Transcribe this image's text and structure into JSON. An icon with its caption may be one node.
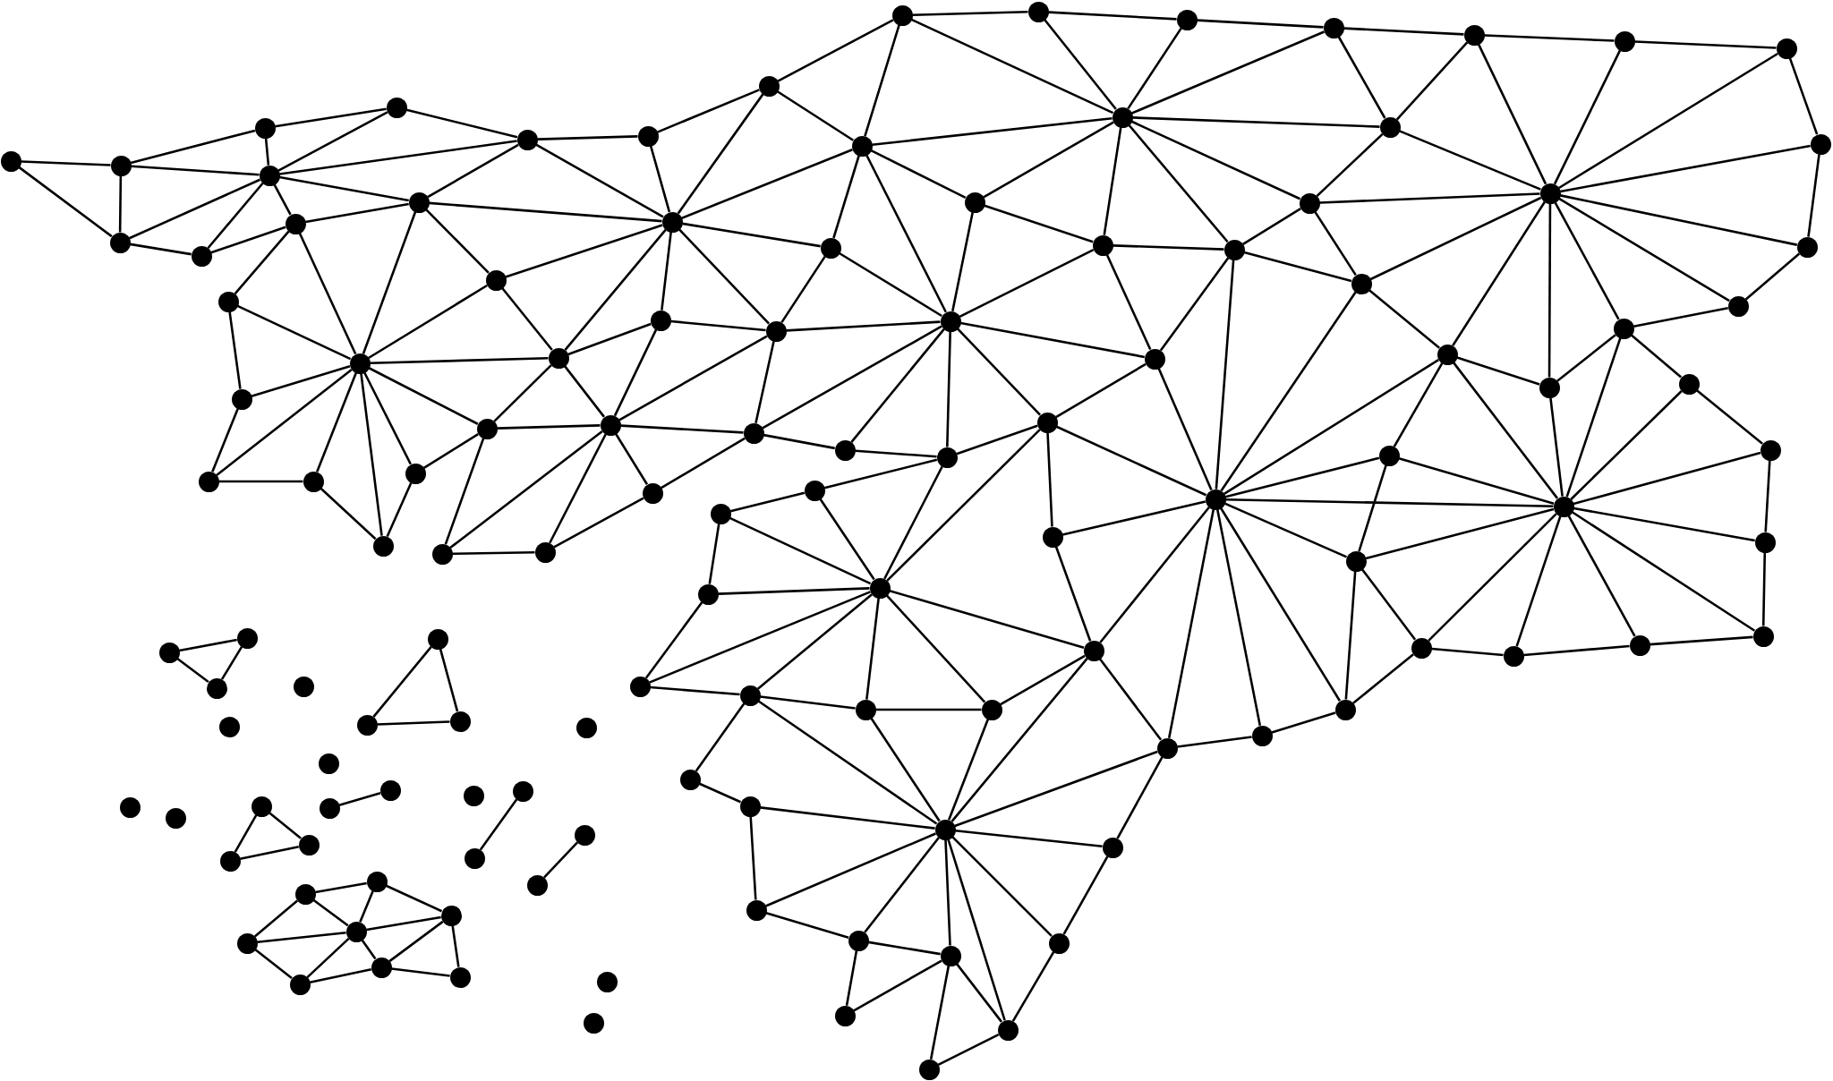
{
  "diagram": {
    "nodes": [
      {
        "text": [],
        "shape": "circle"
      },
      {
        "text": [],
        "shape": "circle"
      },
      {
        "text": [],
        "shape": "circle"
      },
      {
        "text": [],
        "shape": "circle"
      },
      {
        "text": [],
        "shape": "circle"
      },
      {
        "text": [],
        "shape": "circle"
      },
      {
        "text": [],
        "shape": "circle"
      },
      {
        "text": [],
        "shape": "circle"
      },
      {
        "text": [],
        "shape": "circle"
      },
      {
        "text": [],
        "shape": "circle"
      },
      {
        "text": [],
        "shape": "circle"
      },
      {
        "text": [],
        "shape": "circle"
      },
      {
        "text": [],
        "shape": "circle"
      },
      {
        "text": [],
        "shape": "circle"
      },
      {
        "text": [],
        "shape": "circle"
      },
      {
        "text": [],
        "shape": "circle"
      },
      {
        "text": [],
        "shape": "circle"
      },
      {
        "text": [],
        "shape": "circle"
      },
      {
        "text": [],
        "shape": "circle"
      },
      {
        "text": [],
        "shape": "circle"
      },
      {
        "text": [],
        "shape": "circle"
      },
      {
        "text": [],
        "shape": "circle"
      },
      {
        "text": [],
        "shape": "circle"
      },
      {
        "text": [],
        "shape": "circle"
      },
      {
        "text": [],
        "shape": "circle"
      },
      {
        "text": [],
        "shape": "circle"
      },
      {
        "text": [],
        "shape": "circle"
      },
      {
        "text": [],
        "shape": "circle"
      },
      {
        "text": [],
        "shape": "circle"
      },
      {
        "text": [],
        "shape": "circle"
      },
      {
        "text": [],
        "shape": "circle"
      },
      {
        "text": [],
        "shape": "circle"
      },
      {
        "text": [],
        "shape": "circle"
      },
      {
        "text": [],
        "shape": "circle"
      },
      {
        "text": [],
        "shape": "circle"
      },
      {
        "text": [],
        "shape": "circle"
      },
      {
        "text": [],
        "shape": "circle"
      },
      {
        "text": [],
        "shape": "circle"
      },
      {
        "text": [],
        "shape": "circle"
      },
      {
        "text": [],
        "shape": "circle"
      },
      {
        "text": [],
        "shape": "circle"
      },
      {
        "text": [],
        "shape": "circle"
      },
      {
        "text": [],
        "shape": "circle"
      },
      {
        "text": [],
        "shape": "circle"
      },
      {
        "text": [],
        "shape": "circle"
      },
      {
        "text": [],
        "shape": "circle"
      },
      {
        "text": [],
        "shape": "circle"
      },
      {
        "text": [],
        "shape": "circle"
      },
      {
        "text": [],
        "shape": "circle"
      },
      {
        "text": [],
        "shape": "circle"
      },
      {
        "text": [],
        "shape": "circle"
      },
      {
        "text": [],
        "shape": "circle"
      },
      {
        "text": [],
        "shape": "circle"
      },
      {
        "text": [],
        "shape": "circle"
      },
      {
        "text": [],
        "shape": "circle"
      },
      {
        "text": [],
        "shape": "circle"
      },
      {
        "text": [],
        "shape": "circle"
      },
      {
        "text": [],
        "shape": "circle"
      },
      {
        "text": [],
        "shape": "circle"
      },
      {
        "text": [],
        "shape": "circle"
      },
      {
        "text": [],
        "shape": "circle"
      },
      {
        "text": [],
        "shape": "circle"
      },
      {
        "text": [],
        "shape": "circle"
      },
      {
        "text": [],
        "shape": "circle"
      },
      {
        "text": [],
        "shape": "circle"
      },
      {
        "text": [],
        "shape": "circle"
      },
      {
        "text": [],
        "shape": "circle"
      },
      {
        "text": [],
        "shape": "circle"
      },
      {
        "text": [],
        "shape": "circle"
      },
      {
        "text": [],
        "shape": "circle"
      },
      {
        "text": [],
        "shape": "circle"
      },
      {
        "text": [],
        "shape": "circle"
      },
      {
        "text": [],
        "shape": "circle"
      },
      {
        "text": [],
        "shape": "circle"
      },
      {
        "text": [],
        "shape": "circle"
      },
      {
        "text": [],
        "shape": "circle"
      },
      {
        "text": [],
        "shape": "circle"
      },
      {
        "text": [],
        "shape": "circle"
      },
      {
        "text": [],
        "shape": "circle"
      },
      {
        "text": [],
        "shape": "circle"
      },
      {
        "text": [],
        "shape": "circle"
      },
      {
        "text": [],
        "shape": "circle"
      },
      {
        "text": [],
        "shape": "circle"
      },
      {
        "text": [],
        "shape": "circle"
      },
      {
        "text": [],
        "shape": "circle"
      },
      {
        "text": [],
        "shape": "circle"
      },
      {
        "text": [],
        "shape": "circle"
      },
      {
        "text": [],
        "shape": "circle"
      },
      {
        "text": [],
        "shape": "circle"
      },
      {
        "text": [],
        "shape": "circle"
      },
      {
        "text": [],
        "shape": "circle"
      },
      {
        "text": [],
        "shape": "circle"
      },
      {
        "text": [],
        "shape": "circle"
      },
      {
        "text": [],
        "shape": "circle"
      },
      {
        "text": [],
        "shape": "circle"
      },
      {
        "text": [],
        "shape": "circle"
      },
      {
        "text": [],
        "shape": "circle"
      },
      {
        "text": [],
        "shape": "circle"
      },
      {
        "text": [],
        "shape": "circle"
      },
      {
        "text": [],
        "shape": "circle"
      },
      {
        "text": [],
        "shape": "circle"
      },
      {
        "text": [],
        "shape": "circle"
      },
      {
        "text": [],
        "shape": "circle"
      },
      {
        "text": [],
        "shape": "circle"
      },
      {
        "text": [],
        "shape": "circle"
      },
      {
        "text": [],
        "shape": "circle"
      },
      {
        "text": [],
        "shape": "circle"
      },
      {
        "text": [],
        "shape": "circle"
      },
      {
        "text": [],
        "shape": "circle"
      },
      {
        "text": [],
        "shape": "circle"
      },
      {
        "text": [],
        "shape": "circle"
      },
      {
        "text": [],
        "shape": "circle"
      },
      {
        "text": [],
        "shape": "circle"
      },
      {
        "text": [],
        "shape": "circle"
      },
      {
        "text": [],
        "shape": "circle"
      },
      {
        "text": [],
        "shape": "circle"
      },
      {
        "text": [],
        "shape": "circle"
      },
      {
        "text": [],
        "shape": "circle"
      },
      {
        "text": [],
        "shape": "circle"
      },
      {
        "text": [],
        "shape": "circle"
      },
      {
        "text": [],
        "shape": "circle"
      },
      {
        "text": [],
        "shape": "circle"
      },
      {
        "text": [],
        "shape": "circle"
      },
      {
        "text": [],
        "shape": "circle"
      },
      {
        "text": [],
        "shape": "circle"
      }
    ],
    "edges": [
      {
        "from": 0,
        "to": 1,
        "arrow": "none"
      },
      {
        "from": 0,
        "to": 2,
        "arrow": "none"
      },
      {
        "from": 1,
        "to": 2,
        "arrow": "none"
      },
      {
        "from": 1,
        "to": 3,
        "arrow": "none"
      },
      {
        "from": 1,
        "to": 5,
        "arrow": "none"
      },
      {
        "from": 2,
        "to": 5,
        "arrow": "none"
      },
      {
        "from": 2,
        "to": 6,
        "arrow": "none"
      },
      {
        "from": 3,
        "to": 4,
        "arrow": "none"
      },
      {
        "from": 3,
        "to": 5,
        "arrow": "none"
      },
      {
        "from": 4,
        "to": 5,
        "arrow": "none"
      },
      {
        "from": 4,
        "to": 8,
        "arrow": "none"
      },
      {
        "from": 5,
        "to": 8,
        "arrow": "none"
      },
      {
        "from": 5,
        "to": 6,
        "arrow": "none"
      },
      {
        "from": 5,
        "to": 7,
        "arrow": "none"
      },
      {
        "from": 5,
        "to": 10,
        "arrow": "none"
      },
      {
        "from": 6,
        "to": 7,
        "arrow": "none"
      },
      {
        "from": 7,
        "to": 10,
        "arrow": "none"
      },
      {
        "from": 7,
        "to": 11,
        "arrow": "none"
      },
      {
        "from": 7,
        "to": 15,
        "arrow": "none"
      },
      {
        "from": 8,
        "to": 9,
        "arrow": "none"
      },
      {
        "from": 8,
        "to": 10,
        "arrow": "none"
      },
      {
        "from": 8,
        "to": 12,
        "arrow": "none"
      },
      {
        "from": 9,
        "to": 12,
        "arrow": "none"
      },
      {
        "from": 9,
        "to": 13,
        "arrow": "none"
      },
      {
        "from": 10,
        "to": 12,
        "arrow": "none"
      },
      {
        "from": 10,
        "to": 14,
        "arrow": "none"
      },
      {
        "from": 10,
        "to": 15,
        "arrow": "none"
      },
      {
        "from": 11,
        "to": 15,
        "arrow": "none"
      },
      {
        "from": 11,
        "to": 16,
        "arrow": "none"
      },
      {
        "from": 12,
        "to": 13,
        "arrow": "none"
      },
      {
        "from": 12,
        "to": 14,
        "arrow": "none"
      },
      {
        "from": 12,
        "to": 21,
        "arrow": "none"
      },
      {
        "from": 12,
        "to": 24,
        "arrow": "none"
      },
      {
        "from": 12,
        "to": 30,
        "arrow": "none"
      },
      {
        "from": 12,
        "to": 31,
        "arrow": "none"
      },
      {
        "from": 12,
        "to": 28,
        "arrow": "none"
      },
      {
        "from": 13,
        "to": 31,
        "arrow": "none"
      },
      {
        "from": 13,
        "to": 32,
        "arrow": "none"
      },
      {
        "from": 14,
        "to": 15,
        "arrow": "none"
      },
      {
        "from": 14,
        "to": 21,
        "arrow": "none"
      },
      {
        "from": 15,
        "to": 16,
        "arrow": "none"
      },
      {
        "from": 15,
        "to": 17,
        "arrow": "none"
      },
      {
        "from": 15,
        "to": 18,
        "arrow": "none"
      },
      {
        "from": 15,
        "to": 19,
        "arrow": "none"
      },
      {
        "from": 15,
        "to": 20,
        "arrow": "none"
      },
      {
        "from": 15,
        "to": 21,
        "arrow": "none"
      },
      {
        "from": 15,
        "to": 22,
        "arrow": "none"
      },
      {
        "from": 16,
        "to": 17,
        "arrow": "none"
      },
      {
        "from": 17,
        "to": 18,
        "arrow": "none"
      },
      {
        "from": 18,
        "to": 19,
        "arrow": "none"
      },
      {
        "from": 19,
        "to": 20,
        "arrow": "none"
      },
      {
        "from": 20,
        "to": 22,
        "arrow": "none"
      },
      {
        "from": 21,
        "to": 22,
        "arrow": "none"
      },
      {
        "from": 21,
        "to": 23,
        "arrow": "none"
      },
      {
        "from": 21,
        "to": 24,
        "arrow": "none"
      },
      {
        "from": 22,
        "to": 23,
        "arrow": "none"
      },
      {
        "from": 22,
        "to": 25,
        "arrow": "none"
      },
      {
        "from": 23,
        "to": 24,
        "arrow": "none"
      },
      {
        "from": 23,
        "to": 25,
        "arrow": "none"
      },
      {
        "from": 23,
        "to": 26,
        "arrow": "none"
      },
      {
        "from": 23,
        "to": 27,
        "arrow": "none"
      },
      {
        "from": 23,
        "to": 28,
        "arrow": "none"
      },
      {
        "from": 23,
        "to": 29,
        "arrow": "none"
      },
      {
        "from": 24,
        "to": 28,
        "arrow": "none"
      },
      {
        "from": 25,
        "to": 26,
        "arrow": "none"
      },
      {
        "from": 26,
        "to": 27,
        "arrow": "none"
      },
      {
        "from": 27,
        "to": 29,
        "arrow": "none"
      },
      {
        "from": 28,
        "to": 29,
        "arrow": "none"
      },
      {
        "from": 28,
        "to": 30,
        "arrow": "none"
      },
      {
        "from": 28,
        "to": 37,
        "arrow": "none"
      },
      {
        "from": 29,
        "to": 37,
        "arrow": "none"
      },
      {
        "from": 29,
        "to": 38,
        "arrow": "none"
      },
      {
        "from": 30,
        "to": 31,
        "arrow": "none"
      },
      {
        "from": 30,
        "to": 37,
        "arrow": "none"
      },
      {
        "from": 31,
        "to": 32,
        "arrow": "none"
      },
      {
        "from": 31,
        "to": 35,
        "arrow": "none"
      },
      {
        "from": 31,
        "to": 36,
        "arrow": "none"
      },
      {
        "from": 31,
        "to": 37,
        "arrow": "none"
      },
      {
        "from": 32,
        "to": 33,
        "arrow": "none"
      },
      {
        "from": 32,
        "to": 35,
        "arrow": "none"
      },
      {
        "from": 33,
        "to": 34,
        "arrow": "none"
      },
      {
        "from": 33,
        "to": 35,
        "arrow": "none"
      },
      {
        "from": 34,
        "to": 35,
        "arrow": "none"
      },
      {
        "from": 34,
        "to": 50,
        "arrow": "none"
      },
      {
        "from": 35,
        "to": 36,
        "arrow": "none"
      },
      {
        "from": 35,
        "to": 47,
        "arrow": "none"
      },
      {
        "from": 35,
        "to": 48,
        "arrow": "none"
      },
      {
        "from": 35,
        "to": 50,
        "arrow": "none"
      },
      {
        "from": 35,
        "to": 54,
        "arrow": "none"
      },
      {
        "from": 35,
        "to": 55,
        "arrow": "none"
      },
      {
        "from": 36,
        "to": 37,
        "arrow": "none"
      },
      {
        "from": 36,
        "to": 47,
        "arrow": "none"
      },
      {
        "from": 37,
        "to": 38,
        "arrow": "none"
      },
      {
        "from": 37,
        "to": 39,
        "arrow": "none"
      },
      {
        "from": 37,
        "to": 45,
        "arrow": "none"
      },
      {
        "from": 37,
        "to": 47,
        "arrow": "none"
      },
      {
        "from": 37,
        "to": 49,
        "arrow": "none"
      },
      {
        "from": 38,
        "to": 39,
        "arrow": "none"
      },
      {
        "from": 39,
        "to": 40,
        "arrow": "none"
      },
      {
        "from": 39,
        "to": 44,
        "arrow": "none"
      },
      {
        "from": 39,
        "to": 45,
        "arrow": "none"
      },
      {
        "from": 40,
        "to": 41,
        "arrow": "none"
      },
      {
        "from": 40,
        "to": 44,
        "arrow": "none"
      },
      {
        "from": 41,
        "to": 42,
        "arrow": "none"
      },
      {
        "from": 41,
        "to": 44,
        "arrow": "none"
      },
      {
        "from": 42,
        "to": 43,
        "arrow": "none"
      },
      {
        "from": 42,
        "to": 44,
        "arrow": "none"
      },
      {
        "from": 43,
        "to": 44,
        "arrow": "none"
      },
      {
        "from": 43,
        "to": 78,
        "arrow": "none"
      },
      {
        "from": 44,
        "to": 45,
        "arrow": "none"
      },
      {
        "from": 44,
        "to": 75,
        "arrow": "none"
      },
      {
        "from": 44,
        "to": 76,
        "arrow": "none"
      },
      {
        "from": 44,
        "to": 77,
        "arrow": "none"
      },
      {
        "from": 44,
        "to": 78,
        "arrow": "none"
      },
      {
        "from": 45,
        "to": 46,
        "arrow": "none"
      },
      {
        "from": 45,
        "to": 49,
        "arrow": "none"
      },
      {
        "from": 45,
        "to": 65,
        "arrow": "none"
      },
      {
        "from": 46,
        "to": 65,
        "arrow": "none"
      },
      {
        "from": 46,
        "to": 75,
        "arrow": "none"
      },
      {
        "from": 47,
        "to": 48,
        "arrow": "none"
      },
      {
        "from": 47,
        "to": 49,
        "arrow": "none"
      },
      {
        "from": 48,
        "to": 49,
        "arrow": "none"
      },
      {
        "from": 48,
        "to": 55,
        "arrow": "none"
      },
      {
        "from": 48,
        "to": 59,
        "arrow": "none"
      },
      {
        "from": 48,
        "to": 65,
        "arrow": "none"
      },
      {
        "from": 49,
        "to": 65,
        "arrow": "none"
      },
      {
        "from": 50,
        "to": 51,
        "arrow": "none"
      },
      {
        "from": 50,
        "to": 54,
        "arrow": "none"
      },
      {
        "from": 51,
        "to": 52,
        "arrow": "none"
      },
      {
        "from": 51,
        "to": 54,
        "arrow": "none"
      },
      {
        "from": 51,
        "to": 56,
        "arrow": "none"
      },
      {
        "from": 52,
        "to": 53,
        "arrow": "none"
      },
      {
        "from": 52,
        "to": 56,
        "arrow": "none"
      },
      {
        "from": 53,
        "to": 56,
        "arrow": "none"
      },
      {
        "from": 53,
        "to": 57,
        "arrow": "none"
      },
      {
        "from": 54,
        "to": 55,
        "arrow": "none"
      },
      {
        "from": 54,
        "to": 56,
        "arrow": "none"
      },
      {
        "from": 55,
        "to": 56,
        "arrow": "none"
      },
      {
        "from": 55,
        "to": 59,
        "arrow": "none"
      },
      {
        "from": 56,
        "to": 57,
        "arrow": "none"
      },
      {
        "from": 56,
        "to": 58,
        "arrow": "none"
      },
      {
        "from": 56,
        "to": 59,
        "arrow": "none"
      },
      {
        "from": 56,
        "to": 60,
        "arrow": "none"
      },
      {
        "from": 56,
        "to": 61,
        "arrow": "none"
      },
      {
        "from": 56,
        "to": 62,
        "arrow": "none"
      },
      {
        "from": 56,
        "to": 63,
        "arrow": "none"
      },
      {
        "from": 57,
        "to": 58,
        "arrow": "none"
      },
      {
        "from": 58,
        "to": 60,
        "arrow": "none"
      },
      {
        "from": 59,
        "to": 62,
        "arrow": "none"
      },
      {
        "from": 59,
        "to": 65,
        "arrow": "none"
      },
      {
        "from": 60,
        "to": 61,
        "arrow": "none"
      },
      {
        "from": 61,
        "to": 63,
        "arrow": "none"
      },
      {
        "from": 61,
        "to": 64,
        "arrow": "none"
      },
      {
        "from": 61,
        "to": 67,
        "arrow": "none"
      },
      {
        "from": 62,
        "to": 63,
        "arrow": "none"
      },
      {
        "from": 62,
        "to": 65,
        "arrow": "none"
      },
      {
        "from": 62,
        "to": 66,
        "arrow": "none"
      },
      {
        "from": 62,
        "to": 67,
        "arrow": "none"
      },
      {
        "from": 63,
        "to": 67,
        "arrow": "none"
      },
      {
        "from": 64,
        "to": 67,
        "arrow": "none"
      },
      {
        "from": 64,
        "to": 68,
        "arrow": "none"
      },
      {
        "from": 65,
        "to": 66,
        "arrow": "none"
      },
      {
        "from": 65,
        "to": 67,
        "arrow": "none"
      },
      {
        "from": 65,
        "to": 74,
        "arrow": "none"
      },
      {
        "from": 65,
        "to": 75,
        "arrow": "none"
      },
      {
        "from": 65,
        "to": 82,
        "arrow": "none"
      },
      {
        "from": 65,
        "to": 83,
        "arrow": "none"
      },
      {
        "from": 65,
        "to": 84,
        "arrow": "none"
      },
      {
        "from": 66,
        "to": 67,
        "arrow": "none"
      },
      {
        "from": 66,
        "to": 74,
        "arrow": "none"
      },
      {
        "from": 67,
        "to": 68,
        "arrow": "none"
      },
      {
        "from": 67,
        "to": 69,
        "arrow": "none"
      },
      {
        "from": 67,
        "to": 70,
        "arrow": "none"
      },
      {
        "from": 67,
        "to": 71,
        "arrow": "none"
      },
      {
        "from": 67,
        "to": 72,
        "arrow": "none"
      },
      {
        "from": 67,
        "to": 73,
        "arrow": "none"
      },
      {
        "from": 67,
        "to": 74,
        "arrow": "none"
      },
      {
        "from": 68,
        "to": 69,
        "arrow": "none"
      },
      {
        "from": 69,
        "to": 70,
        "arrow": "none"
      },
      {
        "from": 70,
        "to": 71,
        "arrow": "none"
      },
      {
        "from": 71,
        "to": 72,
        "arrow": "none"
      },
      {
        "from": 72,
        "to": 73,
        "arrow": "none"
      },
      {
        "from": 73,
        "to": 74,
        "arrow": "none"
      },
      {
        "from": 73,
        "to": 84,
        "arrow": "none"
      },
      {
        "from": 74,
        "to": 84,
        "arrow": "none"
      },
      {
        "from": 75,
        "to": 76,
        "arrow": "none"
      },
      {
        "from": 75,
        "to": 81,
        "arrow": "none"
      },
      {
        "from": 75,
        "to": 82,
        "arrow": "none"
      },
      {
        "from": 76,
        "to": 77,
        "arrow": "none"
      },
      {
        "from": 76,
        "to": 81,
        "arrow": "none"
      },
      {
        "from": 77,
        "to": 78,
        "arrow": "none"
      },
      {
        "from": 77,
        "to": 81,
        "arrow": "none"
      },
      {
        "from": 78,
        "to": 79,
        "arrow": "none"
      },
      {
        "from": 78,
        "to": 81,
        "arrow": "none"
      },
      {
        "from": 79,
        "to": 80,
        "arrow": "none"
      },
      {
        "from": 80,
        "to": 81,
        "arrow": "none"
      },
      {
        "from": 80,
        "to": 87,
        "arrow": "none"
      },
      {
        "from": 81,
        "to": 82,
        "arrow": "none"
      },
      {
        "from": 81,
        "to": 85,
        "arrow": "none"
      },
      {
        "from": 81,
        "to": 86,
        "arrow": "none"
      },
      {
        "from": 81,
        "to": 87,
        "arrow": "none"
      },
      {
        "from": 81,
        "to": 88,
        "arrow": "none"
      },
      {
        "from": 81,
        "to": 89,
        "arrow": "none"
      },
      {
        "from": 81,
        "to": 91,
        "arrow": "none"
      },
      {
        "from": 82,
        "to": 83,
        "arrow": "none"
      },
      {
        "from": 82,
        "to": 85,
        "arrow": "none"
      },
      {
        "from": 83,
        "to": 84,
        "arrow": "none"
      },
      {
        "from": 85,
        "to": 86,
        "arrow": "none"
      },
      {
        "from": 86,
        "to": 91,
        "arrow": "none"
      },
      {
        "from": 87,
        "to": 88,
        "arrow": "none"
      },
      {
        "from": 88,
        "to": 89,
        "arrow": "none"
      },
      {
        "from": 88,
        "to": 90,
        "arrow": "none"
      },
      {
        "from": 89,
        "to": 90,
        "arrow": "none"
      },
      {
        "from": 89,
        "to": 91,
        "arrow": "none"
      },
      {
        "from": 89,
        "to": 92,
        "arrow": "none"
      },
      {
        "from": 91,
        "to": 92,
        "arrow": "none"
      },
      {
        "from": 93,
        "to": 94,
        "arrow": "none"
      },
      {
        "from": 93,
        "to": 95,
        "arrow": "none"
      },
      {
        "from": 94,
        "to": 95,
        "arrow": "none"
      },
      {
        "from": 98,
        "to": 99,
        "arrow": "none"
      },
      {
        "from": 98,
        "to": 100,
        "arrow": "none"
      },
      {
        "from": 99,
        "to": 100,
        "arrow": "none"
      },
      {
        "from": 105,
        "to": 106,
        "arrow": "none"
      },
      {
        "from": 105,
        "to": 107,
        "arrow": "none"
      },
      {
        "from": 106,
        "to": 107,
        "arrow": "none"
      },
      {
        "from": 108,
        "to": 109,
        "arrow": "none"
      },
      {
        "from": 111,
        "to": 112,
        "arrow": "none"
      },
      {
        "from": 113,
        "to": 114,
        "arrow": "none"
      },
      {
        "from": 115,
        "to": 116,
        "arrow": "none"
      },
      {
        "from": 115,
        "to": 117,
        "arrow": "none"
      },
      {
        "from": 115,
        "to": 118,
        "arrow": "none"
      },
      {
        "from": 116,
        "to": 118,
        "arrow": "none"
      },
      {
        "from": 116,
        "to": 119,
        "arrow": "none"
      },
      {
        "from": 117,
        "to": 118,
        "arrow": "none"
      },
      {
        "from": 117,
        "to": 120,
        "arrow": "none"
      },
      {
        "from": 118,
        "to": 119,
        "arrow": "none"
      },
      {
        "from": 118,
        "to": 120,
        "arrow": "none"
      },
      {
        "from": 118,
        "to": 121,
        "arrow": "none"
      },
      {
        "from": 119,
        "to": 121,
        "arrow": "none"
      },
      {
        "from": 119,
        "to": 122,
        "arrow": "none"
      },
      {
        "from": 120,
        "to": 121,
        "arrow": "none"
      },
      {
        "from": 121,
        "to": 122,
        "arrow": "none"
      }
    ]
  }
}
